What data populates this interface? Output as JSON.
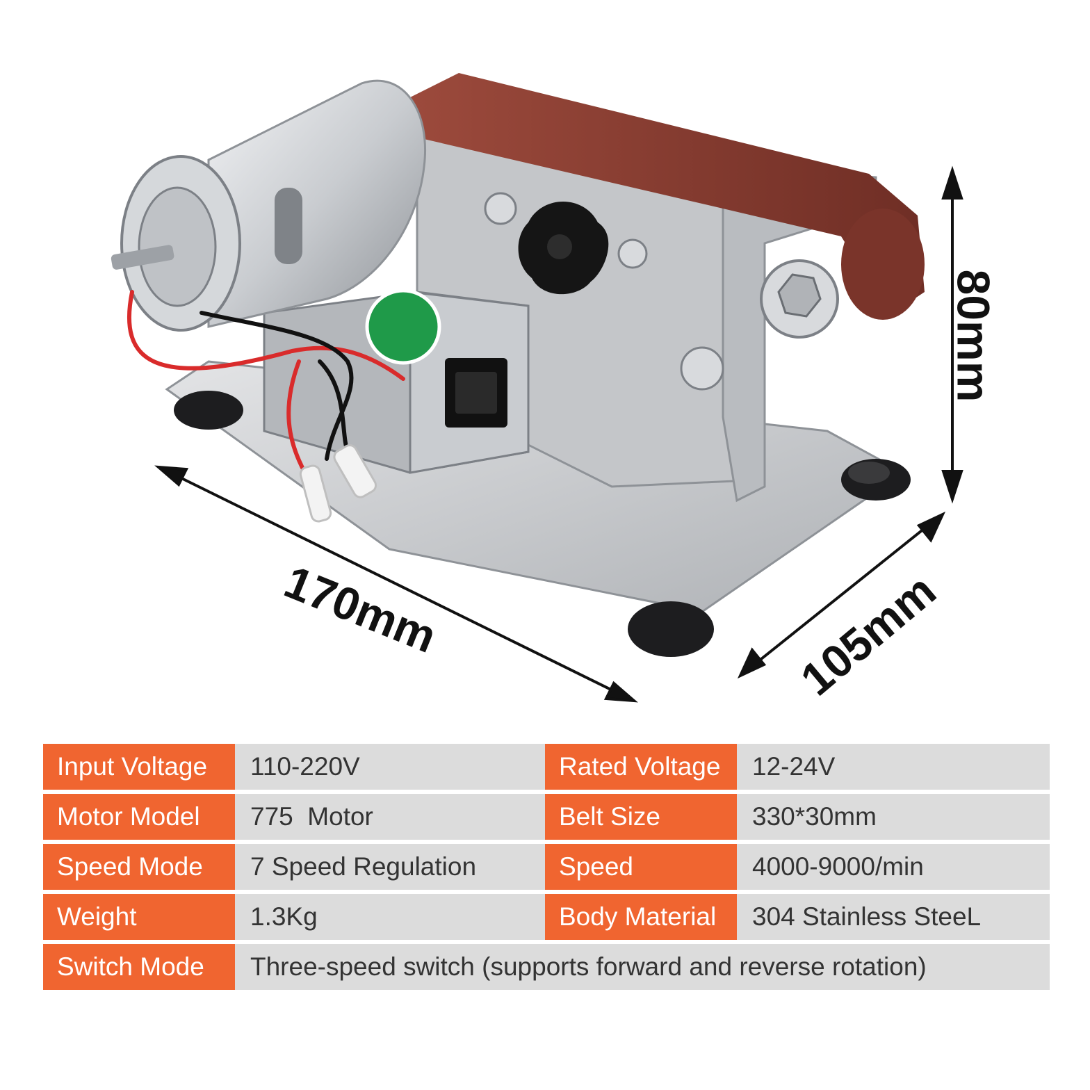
{
  "dimensions": {
    "height": "80mm",
    "length": "170mm",
    "width": "105mm"
  },
  "colors": {
    "label_bg": "#f06530",
    "value_bg": "#dcdcdc",
    "belt": "#8a3d31",
    "metal": "#c4c6c9"
  },
  "specs": {
    "row1": {
      "label_a": "Input Voltage",
      "value_a": "110-220V",
      "label_b": "Rated Voltage",
      "value_b": "12-24V"
    },
    "row2": {
      "label_a": "Motor Model",
      "value_a": "775  Motor",
      "label_b": "Belt Size",
      "value_b": "330*30mm"
    },
    "row3": {
      "label_a": "Speed Mode",
      "value_a": "7 Speed Regulation",
      "label_b": "Speed",
      "value_b": "4000-9000/min"
    },
    "row4": {
      "label_a": "Weight",
      "value_a": "1.3Kg",
      "label_b": "Body Material",
      "value_b": "304 Stainless SteeL"
    },
    "row5": {
      "label": "Switch Mode",
      "value": "Three-speed switch (supports forward and reverse rotation)"
    }
  }
}
